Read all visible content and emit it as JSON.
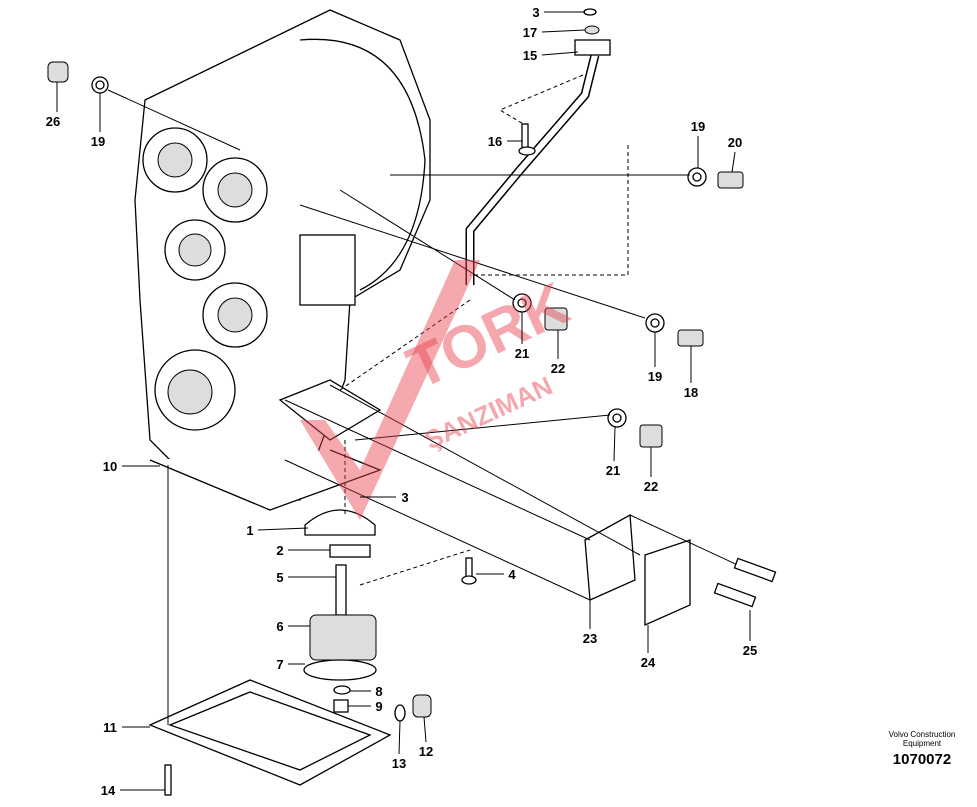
{
  "diagram": {
    "callouts": [
      "3",
      "17",
      "15",
      "16",
      "26",
      "19",
      "19",
      "20",
      "21",
      "22",
      "19",
      "18",
      "21",
      "22",
      "10",
      "3",
      "1",
      "2",
      "5",
      "4",
      "6",
      "7",
      "8",
      "9",
      "23",
      "24",
      "25",
      "11",
      "13",
      "12",
      "14"
    ]
  },
  "watermark": {
    "line1": "TORK",
    "line2": "ŞANZIMAN"
  },
  "footer": {
    "company_line1": "Volvo Construction",
    "company_line2": "Equipment",
    "drawing_number": "1070072"
  },
  "colors": {
    "watermark": "#e8414c",
    "ink": "#000000"
  }
}
